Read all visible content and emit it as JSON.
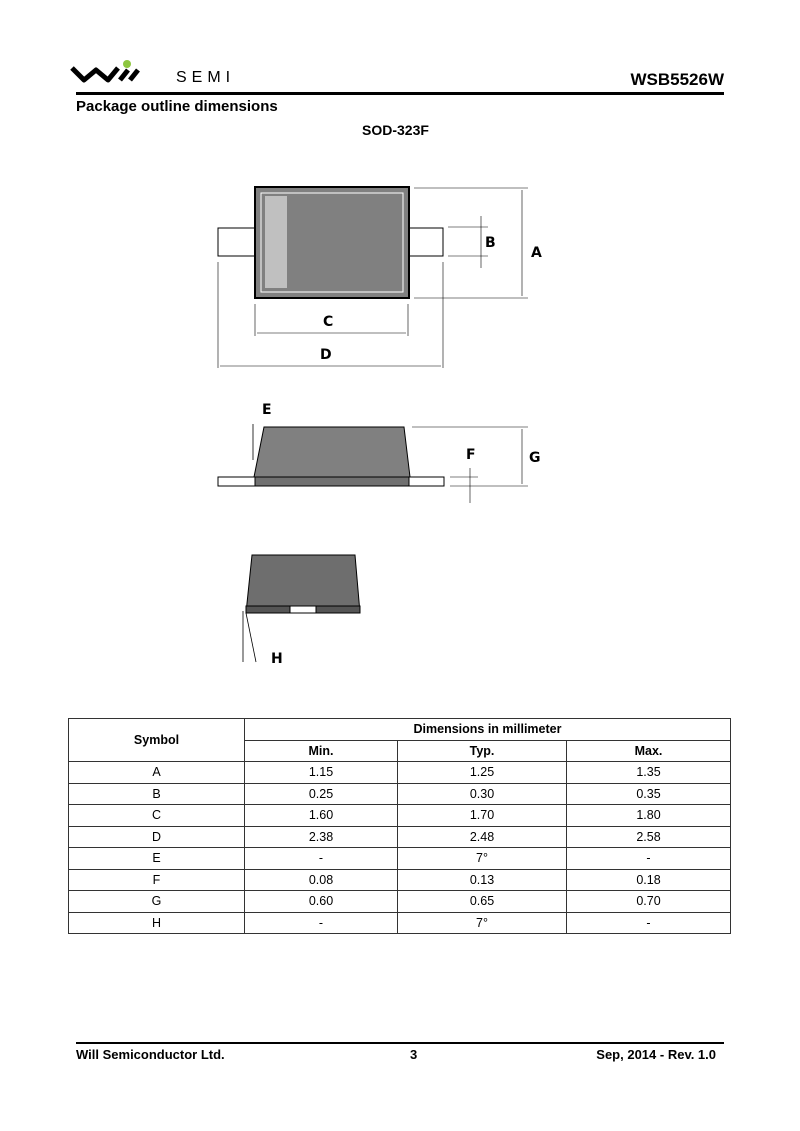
{
  "header": {
    "logo_text": "SEMI",
    "logo_word": "will",
    "part_number": "WSB5526W"
  },
  "section_title": "Package outline dimensions",
  "package_name": "SOD-323F",
  "drawing_labels": {
    "a": "A",
    "b": "B",
    "c": "C",
    "d": "D",
    "e": "E",
    "f": "F",
    "g": "G",
    "h": "H"
  },
  "table": {
    "symbol_header": "Symbol",
    "group_header": "Dimensions in millimeter",
    "columns": [
      "Min.",
      "Typ.",
      "Max."
    ],
    "rows": [
      [
        "A",
        "1.15",
        "1.25",
        "1.35"
      ],
      [
        "B",
        "0.25",
        "0.30",
        "0.35"
      ],
      [
        "C",
        "1.60",
        "1.70",
        "1.80"
      ],
      [
        "D",
        "2.38",
        "2.48",
        "2.58"
      ],
      [
        "E",
        "-",
        "7°",
        "-"
      ],
      [
        "F",
        "0.08",
        "0.13",
        "0.18"
      ],
      [
        "G",
        "0.60",
        "0.65",
        "0.70"
      ],
      [
        "H",
        "-",
        "7°",
        "-"
      ]
    ]
  },
  "footer": {
    "company": "Will Semiconductor Ltd.",
    "page": "3",
    "date_rev": "Sep, 2014 - Rev. 1.0"
  },
  "colors": {
    "body": "#808080",
    "logo_dot": "#8dc63f"
  }
}
